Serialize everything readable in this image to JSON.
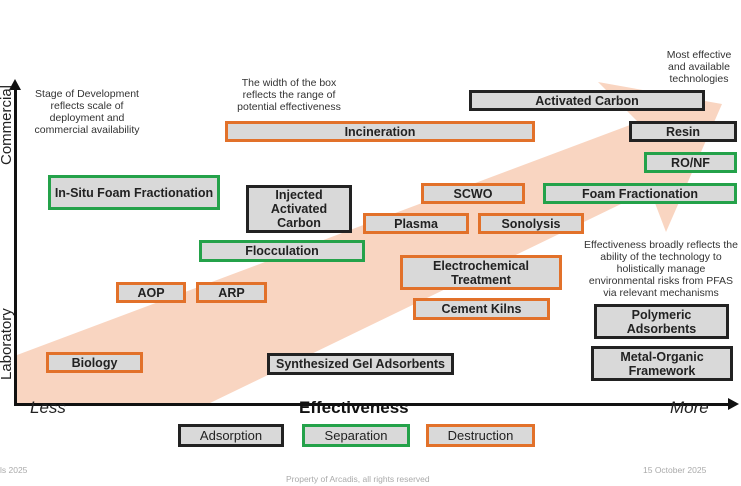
{
  "colors": {
    "adsorption": "#222222",
    "separation": "#24a24a",
    "destruction": "#e2712a",
    "arrow_fill": "#f9d5c1",
    "box_fill": "#d9d9d9"
  },
  "axes": {
    "y_top_label": "Commercial",
    "y_bottom_label": "Laboratory",
    "x_title": "Effectiveness",
    "x_left_label": "Less",
    "x_right_label": "More"
  },
  "notes": {
    "stage": "Stage of Development reflects scale of deployment and commercial availability",
    "width": "The width of the box reflects the range of potential effectiveness",
    "most": "Most effective and available technologies",
    "effectiveness": "Effectiveness broadly reflects the ability of the technology to holistically manage environmental risks from PFAS via relevant mechanisms"
  },
  "technologies": [
    {
      "name": "Activated Carbon",
      "category": "adsorption"
    },
    {
      "name": "Incineration",
      "category": "destruction"
    },
    {
      "name": "Resin",
      "category": "adsorption"
    },
    {
      "name": "RO/NF",
      "category": "separation"
    },
    {
      "name": "In-Situ Foam Fractionation",
      "category": "separation"
    },
    {
      "name": "Injected Activated Carbon",
      "category": "adsorption"
    },
    {
      "name": "SCWO",
      "category": "destruction"
    },
    {
      "name": "Foam Fractionation",
      "category": "separation"
    },
    {
      "name": "Plasma",
      "category": "destruction"
    },
    {
      "name": "Sonolysis",
      "category": "destruction"
    },
    {
      "name": "Flocculation",
      "category": "separation"
    },
    {
      "name": "Electrochemical Treatment",
      "category": "destruction"
    },
    {
      "name": "AOP",
      "category": "destruction"
    },
    {
      "name": "ARP",
      "category": "destruction"
    },
    {
      "name": "Cement Kilns",
      "category": "destruction"
    },
    {
      "name": "Polymeric Adsorbents",
      "category": "adsorption"
    },
    {
      "name": "Biology",
      "category": "destruction"
    },
    {
      "name": "Synthesized Gel Adsorbents",
      "category": "adsorption"
    },
    {
      "name": "Metal-Organic Framework",
      "category": "adsorption"
    }
  ],
  "legend": [
    {
      "label": "Adsorption",
      "category": "adsorption"
    },
    {
      "label": "Separation",
      "category": "separation"
    },
    {
      "label": "Destruction",
      "category": "destruction"
    }
  ],
  "footer": {
    "left": "ls 2025",
    "center": "Property of Arcadis, all rights reserved",
    "right": "15 October 2025"
  }
}
